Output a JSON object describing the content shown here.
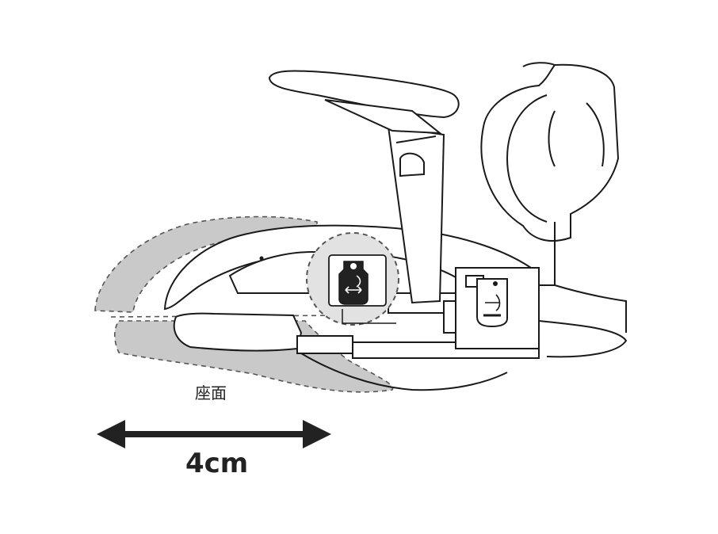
{
  "diagram": {
    "seat_label": "座面",
    "distance_label": "4cm",
    "colors": {
      "line": "#1a1a1a",
      "ghost_fill": "#c9c9c9",
      "ghost_line": "#555555",
      "knob_fill": "#222222",
      "background": "#ffffff"
    },
    "icons": {
      "arrow": "double-headed-arrow",
      "lever": "seat-slide-lever",
      "knob": "adjustment-knob"
    }
  }
}
